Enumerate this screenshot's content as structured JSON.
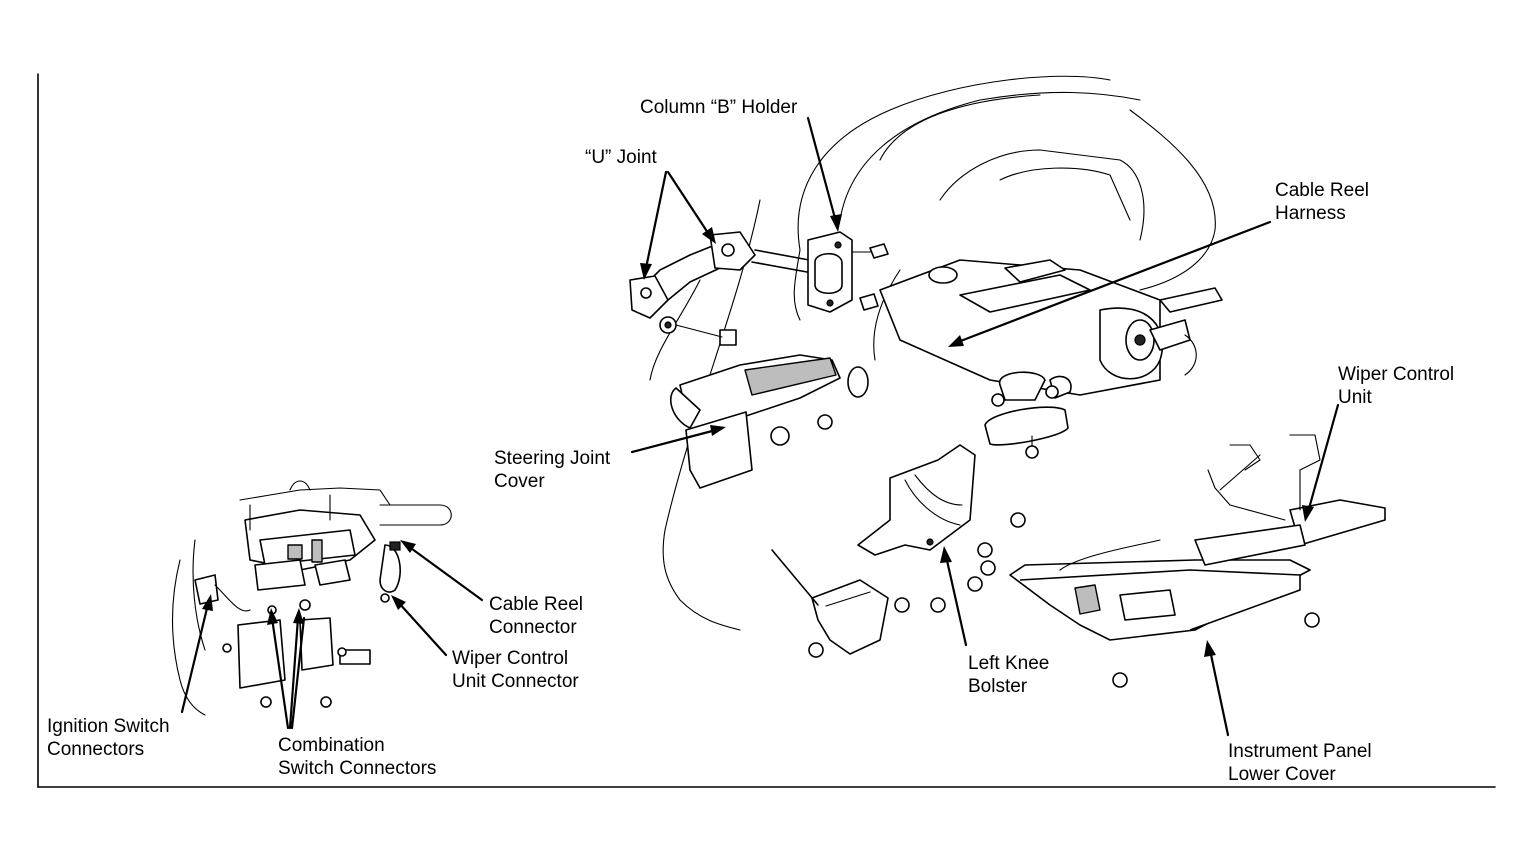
{
  "labels": {
    "column_b_holder": "Column “B” Holder",
    "u_joint": "“U” Joint",
    "cable_reel_harness": [
      "Cable Reel",
      "Harness"
    ],
    "wiper_control_unit": [
      "Wiper Control",
      "Unit"
    ],
    "steering_joint_cover": [
      "Steering Joint",
      "Cover"
    ],
    "cable_reel_connector": [
      "Cable Reel",
      "Connector"
    ],
    "wiper_control_unit_connector": [
      "Wiper Control",
      "Unit Connector"
    ],
    "left_knee_bolster": [
      "Left Knee",
      "Bolster"
    ],
    "ignition_switch_connectors": [
      "Ignition Switch",
      "Connectors"
    ],
    "combination_switch_connectors": [
      "Combination",
      "Switch Connectors"
    ],
    "instrument_panel_lower_cover": [
      "Instrument Panel",
      "Lower Cover"
    ]
  },
  "colors": {
    "line": "#000000",
    "background": "#ffffff",
    "shading": "#bdbdbd"
  }
}
